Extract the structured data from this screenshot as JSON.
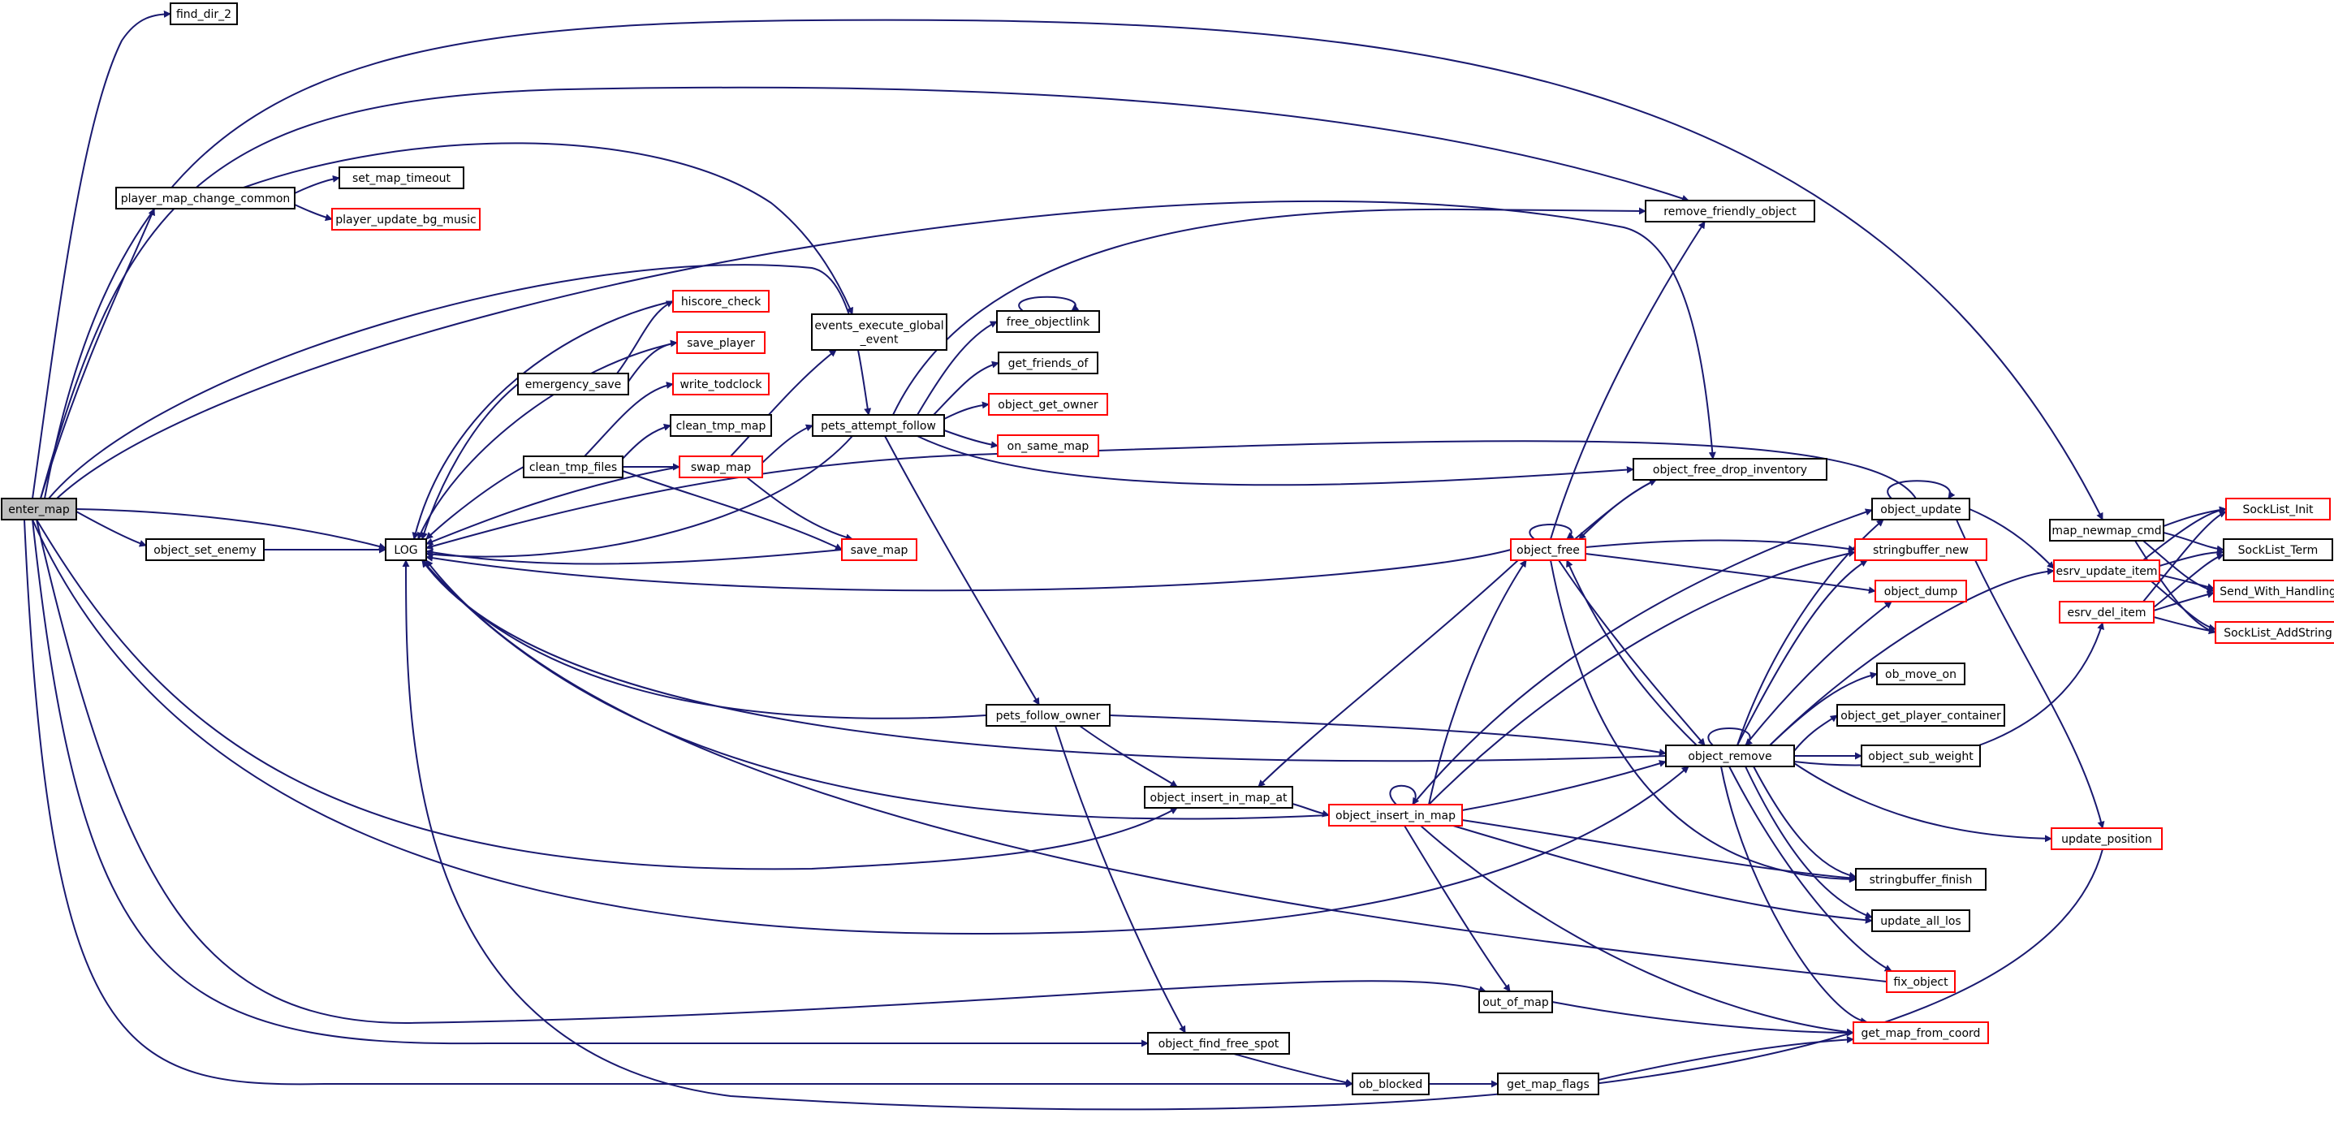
{
  "colors": {
    "edge": "#191970",
    "node_border": "#000000",
    "node_link_border": "#ff0000",
    "focus_fill": "#bfbfbf",
    "node_fill": "#ffffff"
  },
  "nodes": [
    {
      "id": "enter_map",
      "lines": [
        "enter_map"
      ],
      "style": "focus"
    },
    {
      "id": "find_dir_2",
      "lines": [
        "find_dir_2"
      ],
      "style": "plain"
    },
    {
      "id": "player_map_change_common",
      "lines": [
        "player_map_change_common"
      ],
      "style": "plain"
    },
    {
      "id": "set_map_timeout",
      "lines": [
        "set_map_timeout"
      ],
      "style": "plain"
    },
    {
      "id": "player_update_bg_music",
      "lines": [
        "player_update_bg_music"
      ],
      "style": "red"
    },
    {
      "id": "LOG",
      "lines": [
        "LOG"
      ],
      "style": "plain"
    },
    {
      "id": "object_set_enemy",
      "lines": [
        "object_set_enemy"
      ],
      "style": "plain"
    },
    {
      "id": "emergency_save",
      "lines": [
        "emergency_save"
      ],
      "style": "plain"
    },
    {
      "id": "clean_tmp_files",
      "lines": [
        "clean_tmp_files"
      ],
      "style": "plain"
    },
    {
      "id": "hiscore_check",
      "lines": [
        "hiscore_check"
      ],
      "style": "red"
    },
    {
      "id": "save_player",
      "lines": [
        "save_player"
      ],
      "style": "red"
    },
    {
      "id": "write_todclock",
      "lines": [
        "write_todclock"
      ],
      "style": "red"
    },
    {
      "id": "clean_tmp_map",
      "lines": [
        "clean_tmp_map"
      ],
      "style": "plain"
    },
    {
      "id": "swap_map",
      "lines": [
        "swap_map"
      ],
      "style": "red"
    },
    {
      "id": "save_map",
      "lines": [
        "save_map"
      ],
      "style": "red"
    },
    {
      "id": "events_execute_global_event",
      "lines": [
        "events_execute_global",
        "_event"
      ],
      "style": "plain"
    },
    {
      "id": "pets_attempt_follow",
      "lines": [
        "pets_attempt_follow"
      ],
      "style": "plain"
    },
    {
      "id": "free_objectlink",
      "lines": [
        "free_objectlink"
      ],
      "style": "plain"
    },
    {
      "id": "get_friends_of",
      "lines": [
        "get_friends_of"
      ],
      "style": "plain"
    },
    {
      "id": "object_get_owner",
      "lines": [
        "object_get_owner"
      ],
      "style": "red"
    },
    {
      "id": "on_same_map",
      "lines": [
        "on_same_map"
      ],
      "style": "red"
    },
    {
      "id": "remove_friendly_object",
      "lines": [
        "remove_friendly_object"
      ],
      "style": "plain"
    },
    {
      "id": "object_free_drop_inventory",
      "lines": [
        "object_free_drop_inventory"
      ],
      "style": "plain"
    },
    {
      "id": "object_free",
      "lines": [
        "object_free"
      ],
      "style": "red"
    },
    {
      "id": "pets_follow_owner",
      "lines": [
        "pets_follow_owner"
      ],
      "style": "plain"
    },
    {
      "id": "object_insert_in_map_at",
      "lines": [
        "object_insert_in_map_at"
      ],
      "style": "plain"
    },
    {
      "id": "object_insert_in_map",
      "lines": [
        "object_insert_in_map"
      ],
      "style": "red"
    },
    {
      "id": "object_remove",
      "lines": [
        "object_remove"
      ],
      "style": "plain"
    },
    {
      "id": "object_find_free_spot",
      "lines": [
        "object_find_free_spot"
      ],
      "style": "plain"
    },
    {
      "id": "out_of_map",
      "lines": [
        "out_of_map"
      ],
      "style": "plain"
    },
    {
      "id": "ob_blocked",
      "lines": [
        "ob_blocked"
      ],
      "style": "plain"
    },
    {
      "id": "get_map_flags",
      "lines": [
        "get_map_flags"
      ],
      "style": "plain"
    },
    {
      "id": "object_update",
      "lines": [
        "object_update"
      ],
      "style": "plain"
    },
    {
      "id": "stringbuffer_new",
      "lines": [
        "stringbuffer_new"
      ],
      "style": "red"
    },
    {
      "id": "object_dump",
      "lines": [
        "object_dump"
      ],
      "style": "red"
    },
    {
      "id": "ob_move_on",
      "lines": [
        "ob_move_on"
      ],
      "style": "plain"
    },
    {
      "id": "object_get_player_container",
      "lines": [
        "object_get_player_container"
      ],
      "style": "plain"
    },
    {
      "id": "object_sub_weight",
      "lines": [
        "object_sub_weight"
      ],
      "style": "plain"
    },
    {
      "id": "stringbuffer_finish",
      "lines": [
        "stringbuffer_finish"
      ],
      "style": "plain"
    },
    {
      "id": "update_all_los",
      "lines": [
        "update_all_los"
      ],
      "style": "plain"
    },
    {
      "id": "fix_object",
      "lines": [
        "fix_object"
      ],
      "style": "red"
    },
    {
      "id": "get_map_from_coord",
      "lines": [
        "get_map_from_coord"
      ],
      "style": "red"
    },
    {
      "id": "update_position",
      "lines": [
        "update_position"
      ],
      "style": "red"
    },
    {
      "id": "map_newmap_cmd",
      "lines": [
        "map_newmap_cmd"
      ],
      "style": "plain"
    },
    {
      "id": "esrv_update_item",
      "lines": [
        "esrv_update_item"
      ],
      "style": "red"
    },
    {
      "id": "esrv_del_item",
      "lines": [
        "esrv_del_item"
      ],
      "style": "red"
    },
    {
      "id": "SockList_Init",
      "lines": [
        "SockList_Init"
      ],
      "style": "red"
    },
    {
      "id": "SockList_Term",
      "lines": [
        "SockList_Term"
      ],
      "style": "plain"
    },
    {
      "id": "Send_With_Handling",
      "lines": [
        "Send_With_Handling"
      ],
      "style": "red"
    },
    {
      "id": "SockList_AddString",
      "lines": [
        "SockList_AddString"
      ],
      "style": "red"
    }
  ],
  "edges": [
    [
      "enter_map",
      "find_dir_2"
    ],
    [
      "enter_map",
      "player_map_change_common"
    ],
    [
      "enter_map",
      "LOG"
    ],
    [
      "enter_map",
      "object_set_enemy"
    ],
    [
      "enter_map",
      "remove_friendly_object"
    ],
    [
      "enter_map",
      "map_newmap_cmd"
    ],
    [
      "enter_map",
      "pets_attempt_follow"
    ],
    [
      "enter_map",
      "object_free_drop_inventory"
    ],
    [
      "enter_map",
      "object_remove"
    ],
    [
      "enter_map",
      "object_insert_in_map_at"
    ],
    [
      "enter_map",
      "out_of_map"
    ],
    [
      "enter_map",
      "object_find_free_spot"
    ],
    [
      "enter_map",
      "ob_blocked"
    ],
    [
      "player_map_change_common",
      "set_map_timeout"
    ],
    [
      "player_map_change_common",
      "player_update_bg_music"
    ],
    [
      "player_map_change_common",
      "events_execute_global_event"
    ],
    [
      "object_set_enemy",
      "LOG"
    ],
    [
      "emergency_save",
      "LOG"
    ],
    [
      "emergency_save",
      "hiscore_check"
    ],
    [
      "emergency_save",
      "save_player"
    ],
    [
      "clean_tmp_files",
      "LOG"
    ],
    [
      "clean_tmp_files",
      "write_todclock"
    ],
    [
      "clean_tmp_files",
      "clean_tmp_map"
    ],
    [
      "clean_tmp_files",
      "swap_map"
    ],
    [
      "clean_tmp_files",
      "save_map"
    ],
    [
      "hiscore_check",
      "LOG"
    ],
    [
      "save_player",
      "LOG"
    ],
    [
      "swap_map",
      "LOG"
    ],
    [
      "swap_map",
      "events_execute_global_event"
    ],
    [
      "swap_map",
      "pets_attempt_follow"
    ],
    [
      "swap_map",
      "save_map"
    ],
    [
      "save_map",
      "LOG"
    ],
    [
      "pets_attempt_follow",
      "LOG"
    ],
    [
      "pets_attempt_follow",
      "free_objectlink"
    ],
    [
      "pets_attempt_follow",
      "get_friends_of"
    ],
    [
      "pets_attempt_follow",
      "object_get_owner"
    ],
    [
      "pets_attempt_follow",
      "on_same_map"
    ],
    [
      "pets_attempt_follow",
      "remove_friendly_object"
    ],
    [
      "pets_attempt_follow",
      "object_free_drop_inventory"
    ],
    [
      "pets_attempt_follow",
      "pets_follow_owner"
    ],
    [
      "free_objectlink",
      "free_objectlink"
    ],
    [
      "object_free",
      "LOG"
    ],
    [
      "object_free",
      "object_free"
    ],
    [
      "object_free",
      "remove_friendly_object"
    ],
    [
      "object_free",
      "object_free_drop_inventory"
    ],
    [
      "object_free",
      "stringbuffer_new"
    ],
    [
      "object_free",
      "object_dump"
    ],
    [
      "object_free",
      "object_remove"
    ],
    [
      "object_free",
      "stringbuffer_finish"
    ],
    [
      "object_free_drop_inventory",
      "object_free"
    ],
    [
      "object_free",
      "object_insert_in_map_at"
    ],
    [
      "pets_follow_owner",
      "LOG"
    ],
    [
      "pets_follow_owner",
      "object_insert_in_map_at"
    ],
    [
      "pets_follow_owner",
      "object_remove"
    ],
    [
      "pets_follow_owner",
      "object_find_free_spot"
    ],
    [
      "object_insert_in_map_at",
      "object_insert_in_map"
    ],
    [
      "object_insert_in_map",
      "LOG"
    ],
    [
      "object_insert_in_map",
      "object_insert_in_map"
    ],
    [
      "object_insert_in_map",
      "object_free"
    ],
    [
      "object_insert_in_map",
      "object_remove"
    ],
    [
      "object_insert_in_map",
      "object_update"
    ],
    [
      "object_insert_in_map",
      "stringbuffer_new"
    ],
    [
      "object_insert_in_map",
      "stringbuffer_finish"
    ],
    [
      "object_insert_in_map",
      "update_all_los"
    ],
    [
      "object_insert_in_map",
      "out_of_map"
    ],
    [
      "object_insert_in_map",
      "get_map_from_coord"
    ],
    [
      "object_remove",
      "LOG"
    ],
    [
      "object_remove",
      "object_remove"
    ],
    [
      "object_remove",
      "object_free"
    ],
    [
      "object_remove",
      "object_update"
    ],
    [
      "object_remove",
      "stringbuffer_new"
    ],
    [
      "object_remove",
      "object_dump"
    ],
    [
      "object_remove",
      "ob_move_on"
    ],
    [
      "object_remove",
      "object_get_player_container"
    ],
    [
      "object_remove",
      "object_sub_weight"
    ],
    [
      "object_remove",
      "esrv_del_item"
    ],
    [
      "object_remove",
      "stringbuffer_finish"
    ],
    [
      "object_remove",
      "update_all_los"
    ],
    [
      "object_remove",
      "fix_object"
    ],
    [
      "object_remove",
      "get_map_from_coord"
    ],
    [
      "object_remove",
      "update_position"
    ],
    [
      "object_remove",
      "esrv_update_item"
    ],
    [
      "object_update",
      "object_update"
    ],
    [
      "object_update",
      "LOG"
    ],
    [
      "object_update",
      "update_position"
    ],
    [
      "object_update",
      "esrv_update_item"
    ],
    [
      "fix_object",
      "LOG"
    ],
    [
      "update_position",
      "LOG"
    ],
    [
      "out_of_map",
      "get_map_from_coord"
    ],
    [
      "object_find_free_spot",
      "ob_blocked"
    ],
    [
      "ob_blocked",
      "get_map_flags"
    ],
    [
      "get_map_flags",
      "get_map_from_coord"
    ],
    [
      "map_newmap_cmd",
      "SockList_Init"
    ],
    [
      "map_newmap_cmd",
      "SockList_Term"
    ],
    [
      "map_newmap_cmd",
      "Send_With_Handling"
    ],
    [
      "map_newmap_cmd",
      "SockList_AddString"
    ],
    [
      "esrv_update_item",
      "SockList_Init"
    ],
    [
      "esrv_update_item",
      "SockList_Term"
    ],
    [
      "esrv_update_item",
      "Send_With_Handling"
    ],
    [
      "esrv_update_item",
      "SockList_AddString"
    ],
    [
      "esrv_del_item",
      "SockList_Init"
    ],
    [
      "esrv_del_item",
      "SockList_Term"
    ],
    [
      "esrv_del_item",
      "Send_With_Handling"
    ],
    [
      "esrv_del_item",
      "SockList_AddString"
    ]
  ]
}
